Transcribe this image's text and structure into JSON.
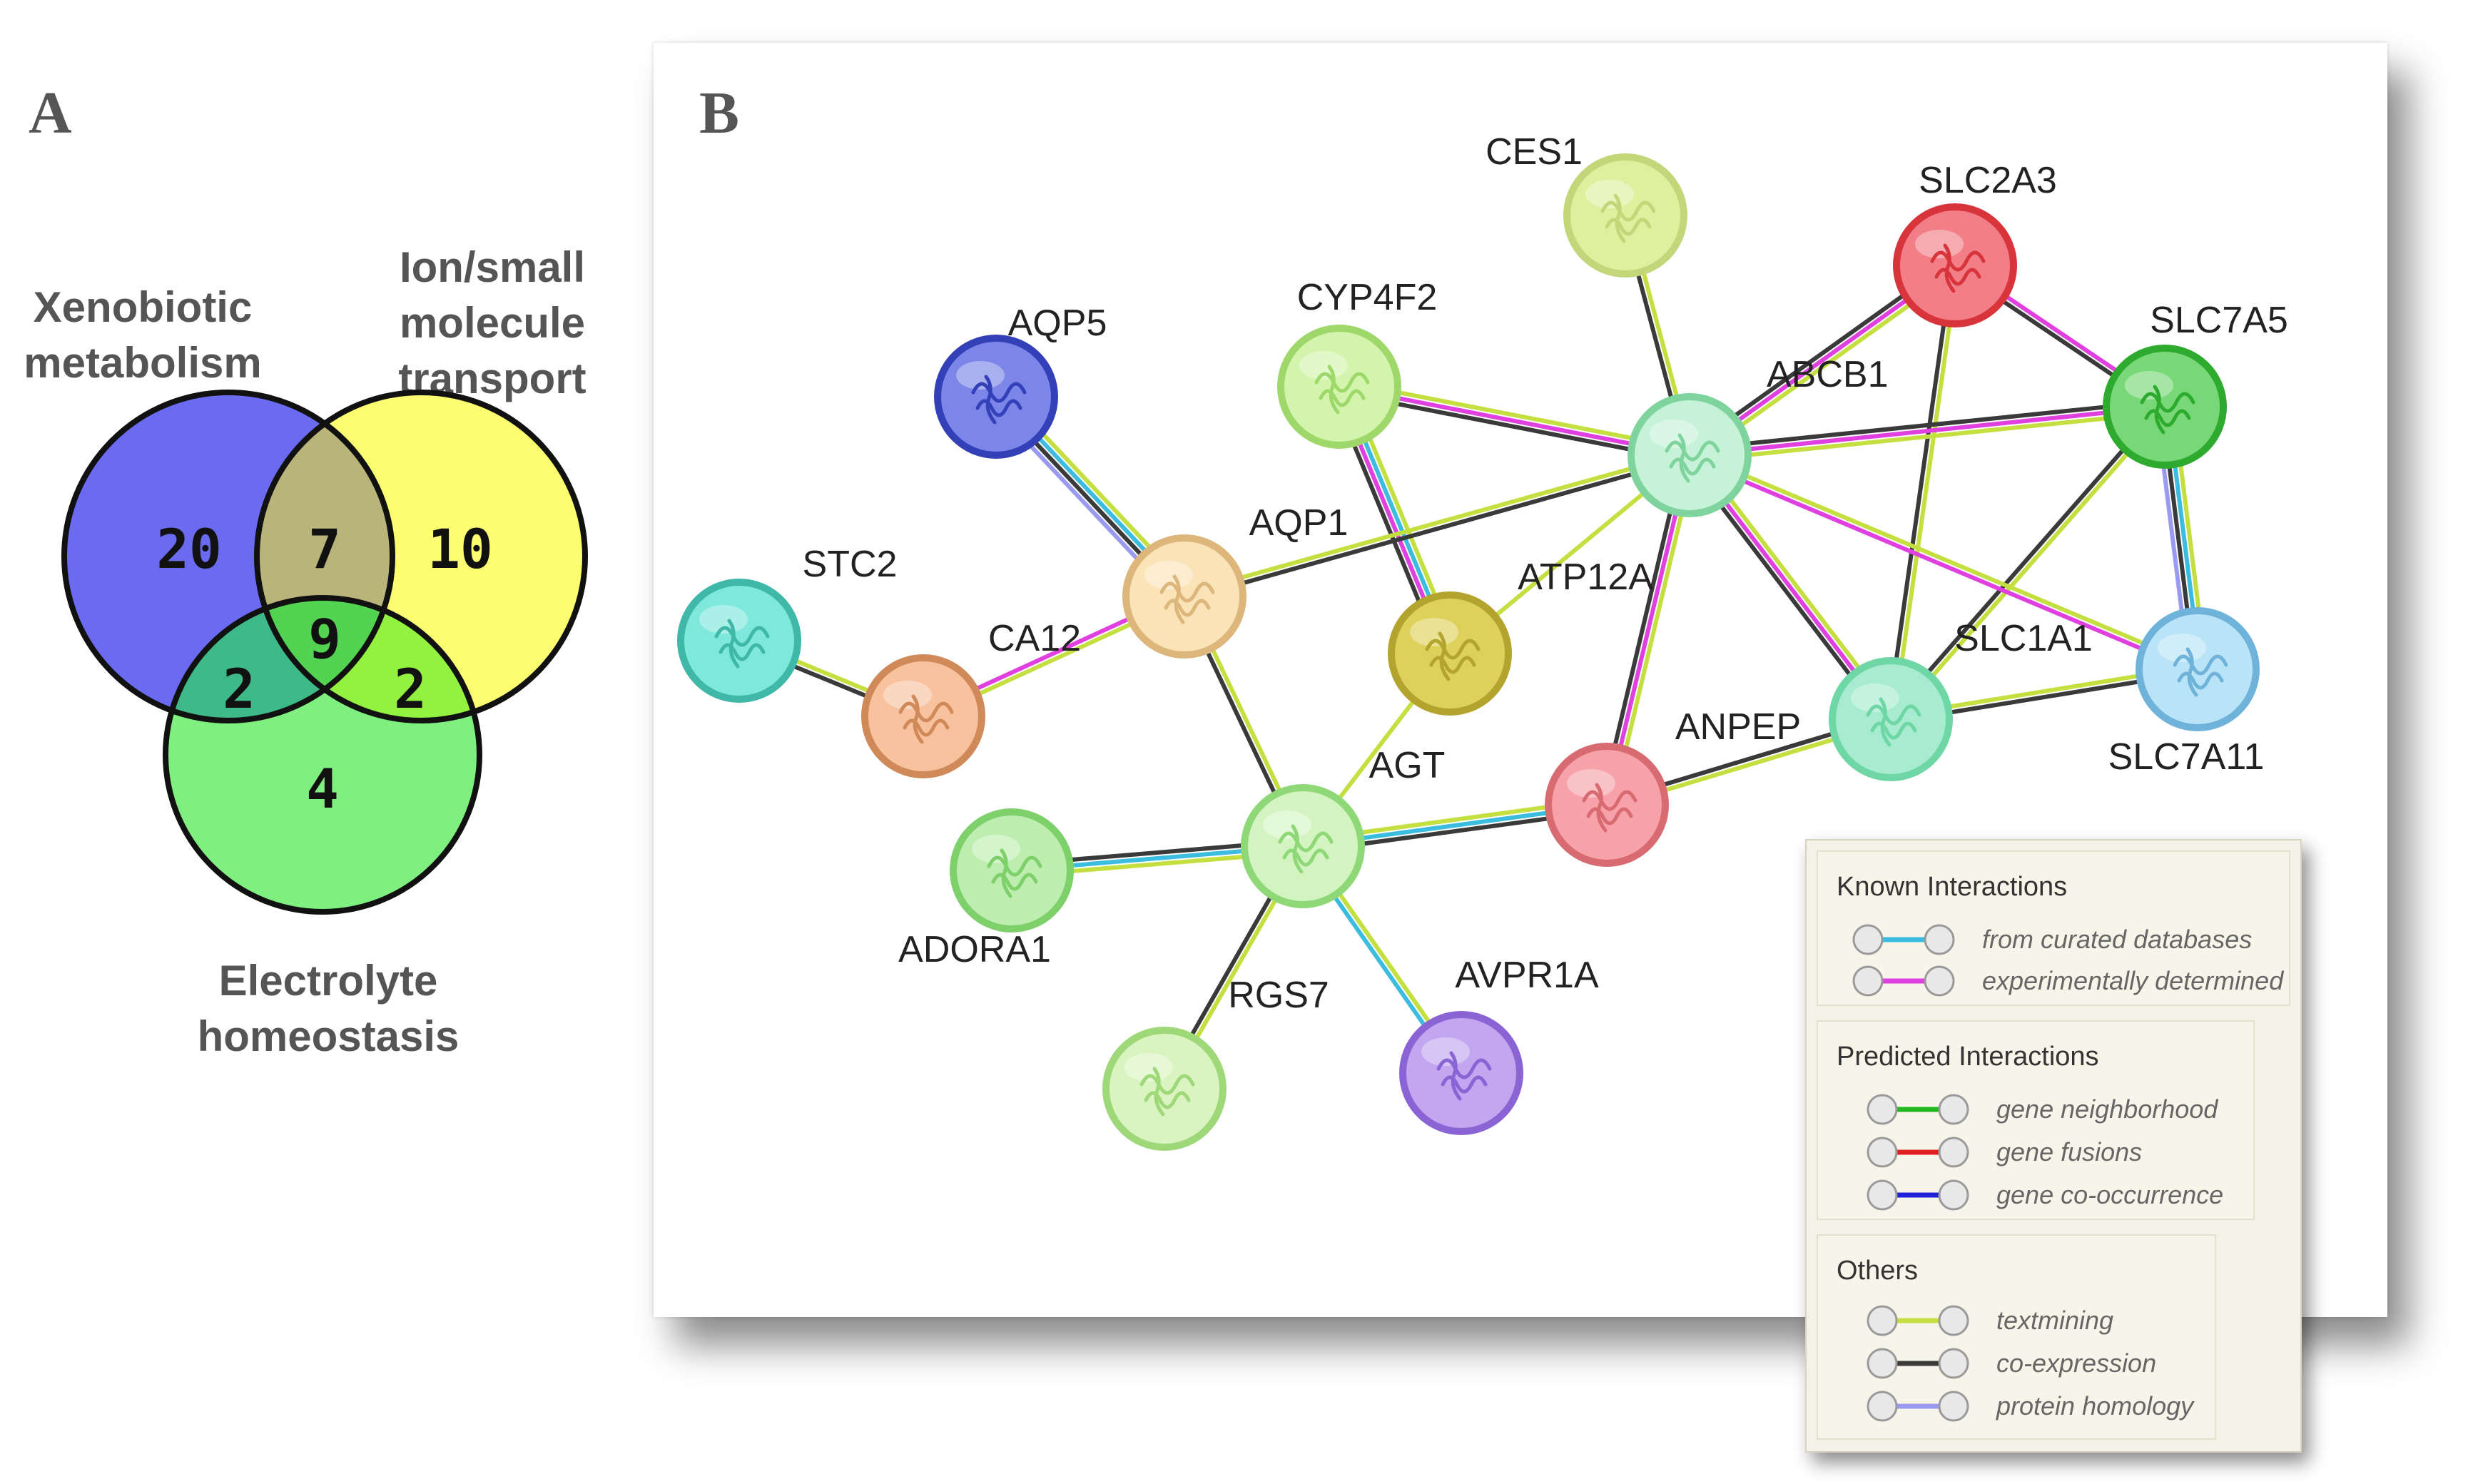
{
  "panel_a": {
    "letter": "A",
    "labels": {
      "xenobiotic": "Xenobiotic\nmetabolism",
      "ion": "Ion/small\nmolecule\ntransport",
      "electrolyte": "Electrolyte\nhomeostasis"
    },
    "counts": {
      "xenobiotic_only": "20",
      "ion_only": "10",
      "electrolyte_only": "4",
      "xeno_ion": "7",
      "xeno_electrolyte": "2",
      "ion_electrolyte": "2",
      "all_three": "9"
    },
    "colors": {
      "xenobiotic": "#6b6bf2",
      "ion": "#fdfd72",
      "electrolyte": "#7ff07f",
      "xeno_ion": "#b9b47a",
      "xeno_electrolyte": "#3dba88",
      "ion_electrolyte": "#93f23f",
      "all_three": "#52d452"
    }
  },
  "panel_b": {
    "letter": "B",
    "nodes": [
      {
        "id": "CES1",
        "label": "CES1",
        "color": "#dfef9d",
        "ring": "#c3d77a"
      },
      {
        "id": "SLC2A3",
        "label": "SLC2A3",
        "color": "#f27f87",
        "ring": "#d8343c"
      },
      {
        "id": "SLC7A5",
        "label": "SLC7A5",
        "color": "#78d878",
        "ring": "#2eab2e"
      },
      {
        "id": "ABCB1",
        "label": "ABCB1",
        "color": "#c6f2d8",
        "ring": "#7fd49d"
      },
      {
        "id": "CYP4F2",
        "label": "CYP4F2",
        "color": "#d3f4ad",
        "ring": "#9ed86a"
      },
      {
        "id": "AQP5",
        "label": "AQP5",
        "color": "#7b86e8",
        "ring": "#3340b8"
      },
      {
        "id": "AQP1",
        "label": "AQP1",
        "color": "#fbe3b8",
        "ring": "#dcb67a"
      },
      {
        "id": "ATP12A",
        "label": "ATP12A",
        "color": "#ddd15a",
        "ring": "#b3a42e"
      },
      {
        "id": "STC2",
        "label": "STC2",
        "color": "#7fe8dc",
        "ring": "#3fb8aa"
      },
      {
        "id": "CA12",
        "label": "CA12",
        "color": "#f8c29e",
        "ring": "#d08a5a"
      },
      {
        "id": "SLC1A1",
        "label": "SLC1A1",
        "color": "#a7ecd0",
        "ring": "#6fd6a6"
      },
      {
        "id": "SLC7A11",
        "label": "SLC7A11",
        "color": "#b9e4f8",
        "ring": "#6fb2da"
      },
      {
        "id": "ANPEP",
        "label": "ANPEP",
        "color": "#f6a2a8",
        "ring": "#d86a72"
      },
      {
        "id": "AGT",
        "label": "AGT",
        "color": "#d3f4c0",
        "ring": "#8fd878"
      },
      {
        "id": "ADORA1",
        "label": "ADORA1",
        "color": "#bdeeb0",
        "ring": "#7ed06a"
      },
      {
        "id": "RGS7",
        "label": "RGS7",
        "color": "#d9f4c0",
        "ring": "#9ed878"
      },
      {
        "id": "AVPR1A",
        "label": "AVPR1A",
        "color": "#c2a6f0",
        "ring": "#8a64d4"
      }
    ],
    "edges": [
      {
        "source": "CES1",
        "target": "ABCB1",
        "types": [
          "textmining",
          "co-expression"
        ]
      },
      {
        "source": "SLC2A3",
        "target": "ABCB1",
        "types": [
          "textmining",
          "experimentally determined",
          "co-expression"
        ]
      },
      {
        "source": "SLC2A3",
        "target": "SLC7A5",
        "types": [
          "experimentally determined",
          "co-expression"
        ]
      },
      {
        "source": "SLC2A3",
        "target": "SLC1A1",
        "types": [
          "textmining",
          "co-expression"
        ]
      },
      {
        "source": "SLC7A5",
        "target": "ABCB1",
        "types": [
          "textmining",
          "experimentally determined",
          "co-expression"
        ]
      },
      {
        "source": "SLC7A5",
        "target": "SLC7A11",
        "types": [
          "textmining",
          "from curated databases",
          "co-expression",
          "protein homology"
        ]
      },
      {
        "source": "SLC7A5",
        "target": "SLC1A1",
        "types": [
          "textmining",
          "co-expression"
        ]
      },
      {
        "source": "CYP4F2",
        "target": "ABCB1",
        "types": [
          "textmining",
          "experimentally determined",
          "co-expression"
        ]
      },
      {
        "source": "CYP4F2",
        "target": "ATP12A",
        "types": [
          "textmining",
          "from curated databases",
          "experimentally determined",
          "co-expression"
        ]
      },
      {
        "source": "AQP5",
        "target": "AQP1",
        "types": [
          "textmining",
          "from curated databases",
          "co-expression",
          "protein homology"
        ]
      },
      {
        "source": "AQP1",
        "target": "ABCB1",
        "types": [
          "textmining",
          "co-expression"
        ]
      },
      {
        "source": "AQP1",
        "target": "CA12",
        "types": [
          "textmining",
          "experimentally determined"
        ]
      },
      {
        "source": "AQP1",
        "target": "AGT",
        "types": [
          "textmining",
          "co-expression"
        ]
      },
      {
        "source": "STC2",
        "target": "CA12",
        "types": [
          "textmining",
          "co-expression"
        ]
      },
      {
        "source": "ABCB1",
        "target": "ANPEP",
        "types": [
          "textmining",
          "experimentally determined",
          "co-expression"
        ]
      },
      {
        "source": "ABCB1",
        "target": "SLC1A1",
        "types": [
          "textmining",
          "experimentally determined",
          "co-expression"
        ]
      },
      {
        "source": "ABCB1",
        "target": "SLC7A11",
        "types": [
          "textmining",
          "experimentally determined"
        ]
      },
      {
        "source": "ABCB1",
        "target": "ATP12A",
        "types": [
          "textmining"
        ]
      },
      {
        "source": "SLC1A1",
        "target": "SLC7A11",
        "types": [
          "textmining",
          "co-expression"
        ]
      },
      {
        "source": "SLC1A1",
        "target": "ANPEP",
        "types": [
          "textmining",
          "co-expression"
        ]
      },
      {
        "source": "ATP12A",
        "target": "AGT",
        "types": [
          "textmining"
        ]
      },
      {
        "source": "AGT",
        "target": "ANPEP",
        "types": [
          "textmining",
          "from curated databases",
          "co-expression"
        ]
      },
      {
        "source": "AGT",
        "target": "ADORA1",
        "types": [
          "textmining",
          "from curated databases",
          "co-expression"
        ]
      },
      {
        "source": "AGT",
        "target": "RGS7",
        "types": [
          "textmining",
          "co-expression"
        ]
      },
      {
        "source": "AGT",
        "target": "AVPR1A",
        "types": [
          "textmining",
          "from curated databases"
        ]
      }
    ],
    "edge_colors": {
      "from curated databases": "#3cbde0",
      "experimentally determined": "#e040e0",
      "gene neighborhood": "#22b822",
      "gene fusions": "#e02020",
      "gene co-occurrence": "#2020d8",
      "textmining": "#c4e040",
      "co-expression": "#3a3a3a",
      "protein homology": "#9a9af0"
    },
    "legend": {
      "groups": [
        {
          "heading": "Known Interactions",
          "items": [
            {
              "label": "from curated databases",
              "type": "from curated databases"
            },
            {
              "label": "experimentally determined",
              "type": "experimentally determined"
            }
          ]
        },
        {
          "heading": "Predicted Interactions",
          "items": [
            {
              "label": "gene neighborhood",
              "type": "gene neighborhood"
            },
            {
              "label": "gene fusions",
              "type": "gene fusions"
            },
            {
              "label": "gene co-occurrence",
              "type": "gene co-occurrence"
            }
          ]
        },
        {
          "heading": "Others",
          "items": [
            {
              "label": "textmining",
              "type": "textmining"
            },
            {
              "label": "co-expression",
              "type": "co-expression"
            },
            {
              "label": "protein homology",
              "type": "protein homology"
            }
          ]
        }
      ]
    }
  }
}
